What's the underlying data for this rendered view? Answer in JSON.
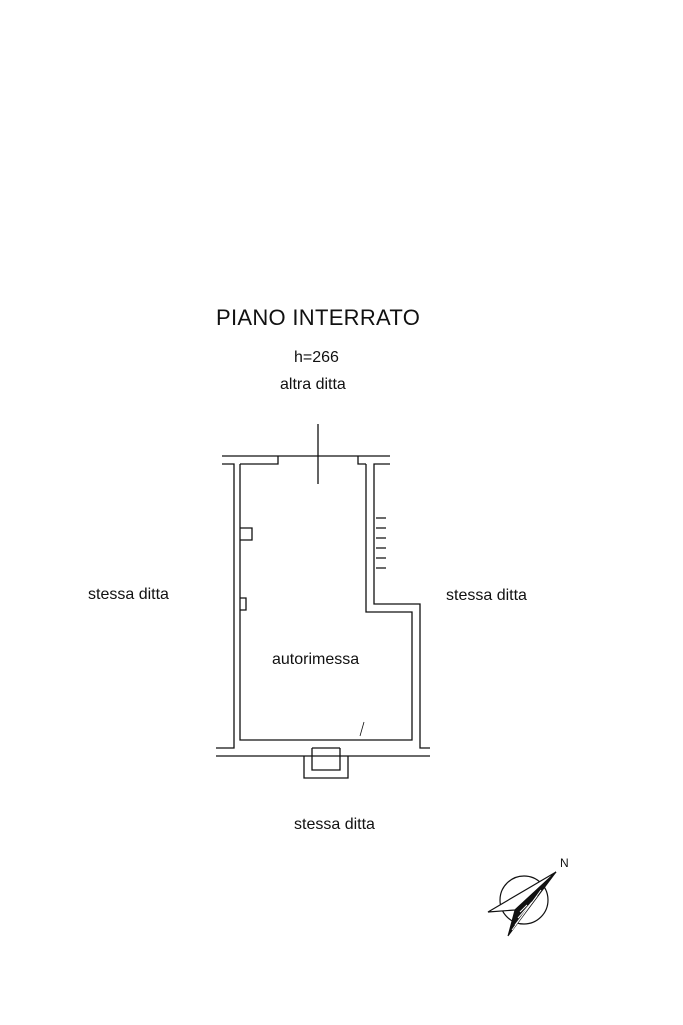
{
  "plan": {
    "title": "PIANO INTERRATO",
    "height": "h=266",
    "rooms": [
      {
        "name": "autorimessa"
      }
    ],
    "adjacent": {
      "north": "altra ditta",
      "west": "stessa ditta",
      "east": "stessa ditta",
      "south": "stessa ditta"
    },
    "north_arrow": {
      "letter": "N",
      "icon": "north-arrow-icon"
    },
    "colors": {
      "line": "#111111",
      "background": "#ffffff"
    }
  }
}
